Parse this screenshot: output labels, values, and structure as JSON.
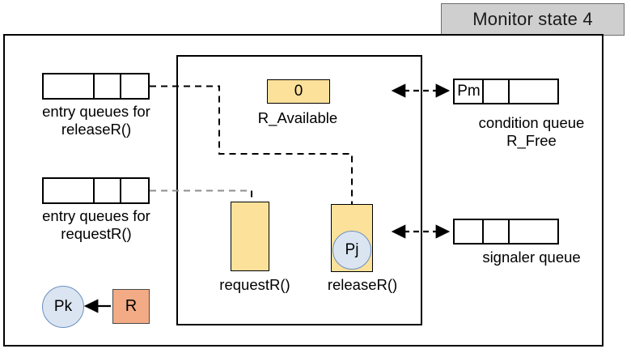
{
  "diagram": {
    "title_badge": "Monitor state 4",
    "entry_queues": [
      {
        "name": "entry-queue-releaseR",
        "label": "entry queues for\nreleaseR()",
        "cells": [
          "",
          "",
          ""
        ]
      },
      {
        "name": "entry-queue-requestR",
        "label": "entry queues for\nrequestR()",
        "cells": [
          "",
          "",
          ""
        ]
      }
    ],
    "shared_variable": {
      "value": "0",
      "label": "R_Available",
      "fill": "#fce19a"
    },
    "procedures": [
      {
        "name": "requestR",
        "label": "requestR()",
        "occupant": "",
        "fill": "#fce19a"
      },
      {
        "name": "releaseR",
        "label": "releaseR()",
        "occupant": "Pj",
        "fill": "#fce19a"
      }
    ],
    "condition_queue": {
      "label": "condition queue\nR_Free",
      "cells": [
        "Pm",
        "",
        ""
      ]
    },
    "signaler_queue": {
      "label": "signaler queue",
      "cells": [
        "",
        "",
        ""
      ]
    },
    "resource": {
      "holder": "Pk",
      "resource_label": "R",
      "resource_fill": "#f2ab84"
    },
    "colors": {
      "badge_fill": "#cfcfcf",
      "badge_border": "#6e6e6e",
      "monitor_yellow": "#fce19a",
      "process_blue": "#dbe5f1",
      "process_blue_border": "#6a8fc0",
      "resource_orange": "#f2ab84",
      "line": "#000000",
      "dashed_gray": "#9a9a9a"
    }
  }
}
